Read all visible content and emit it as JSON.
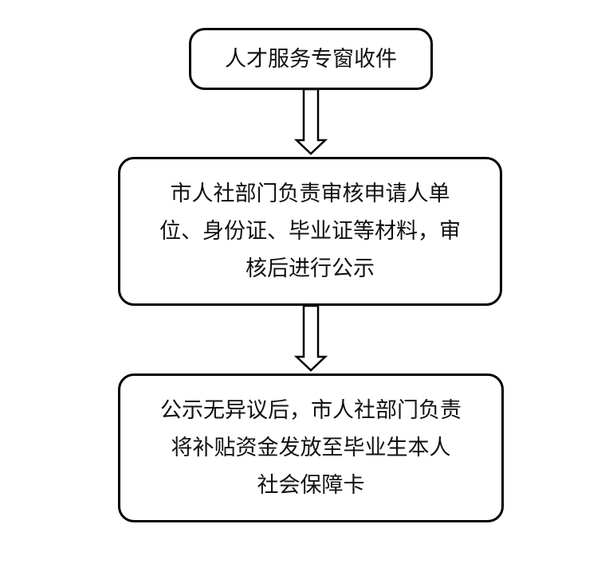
{
  "steps": [
    {
      "lines": [
        "人才服务专窗收件"
      ]
    },
    {
      "lines": [
        "市人社部门负责审核申请人单",
        "位、身份证、毕业证等材料，审",
        "核后进行公示"
      ]
    },
    {
      "lines": [
        "公示无异议后，市人社部门负责",
        "将补贴资金发放至毕业生本人",
        "社会保障卡"
      ]
    }
  ]
}
